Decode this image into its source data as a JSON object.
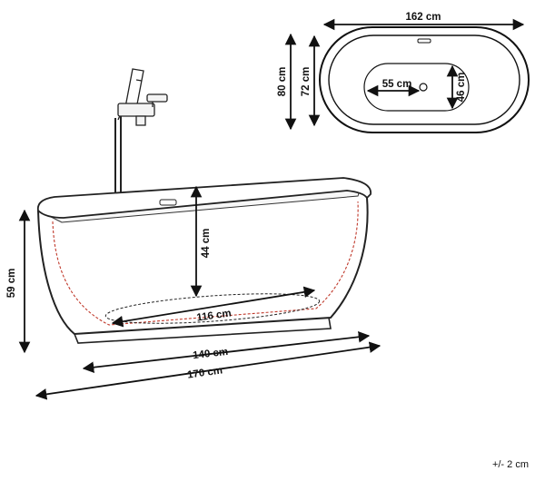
{
  "top_view": {
    "length": "162 cm",
    "outer_width": "80 cm",
    "inner_width": "72 cm",
    "drain_length": "55 cm",
    "drain_width": "46 cm"
  },
  "side_view": {
    "inner_depth": "44 cm",
    "height": "59 cm",
    "inner_bottom_length": "116 cm",
    "base_length": "140 cm",
    "overall_length": "170 cm"
  },
  "tolerance": "+/- 2 cm",
  "colors": {
    "line": "#111111",
    "shell": "#333333",
    "guide": "#c0392b"
  }
}
